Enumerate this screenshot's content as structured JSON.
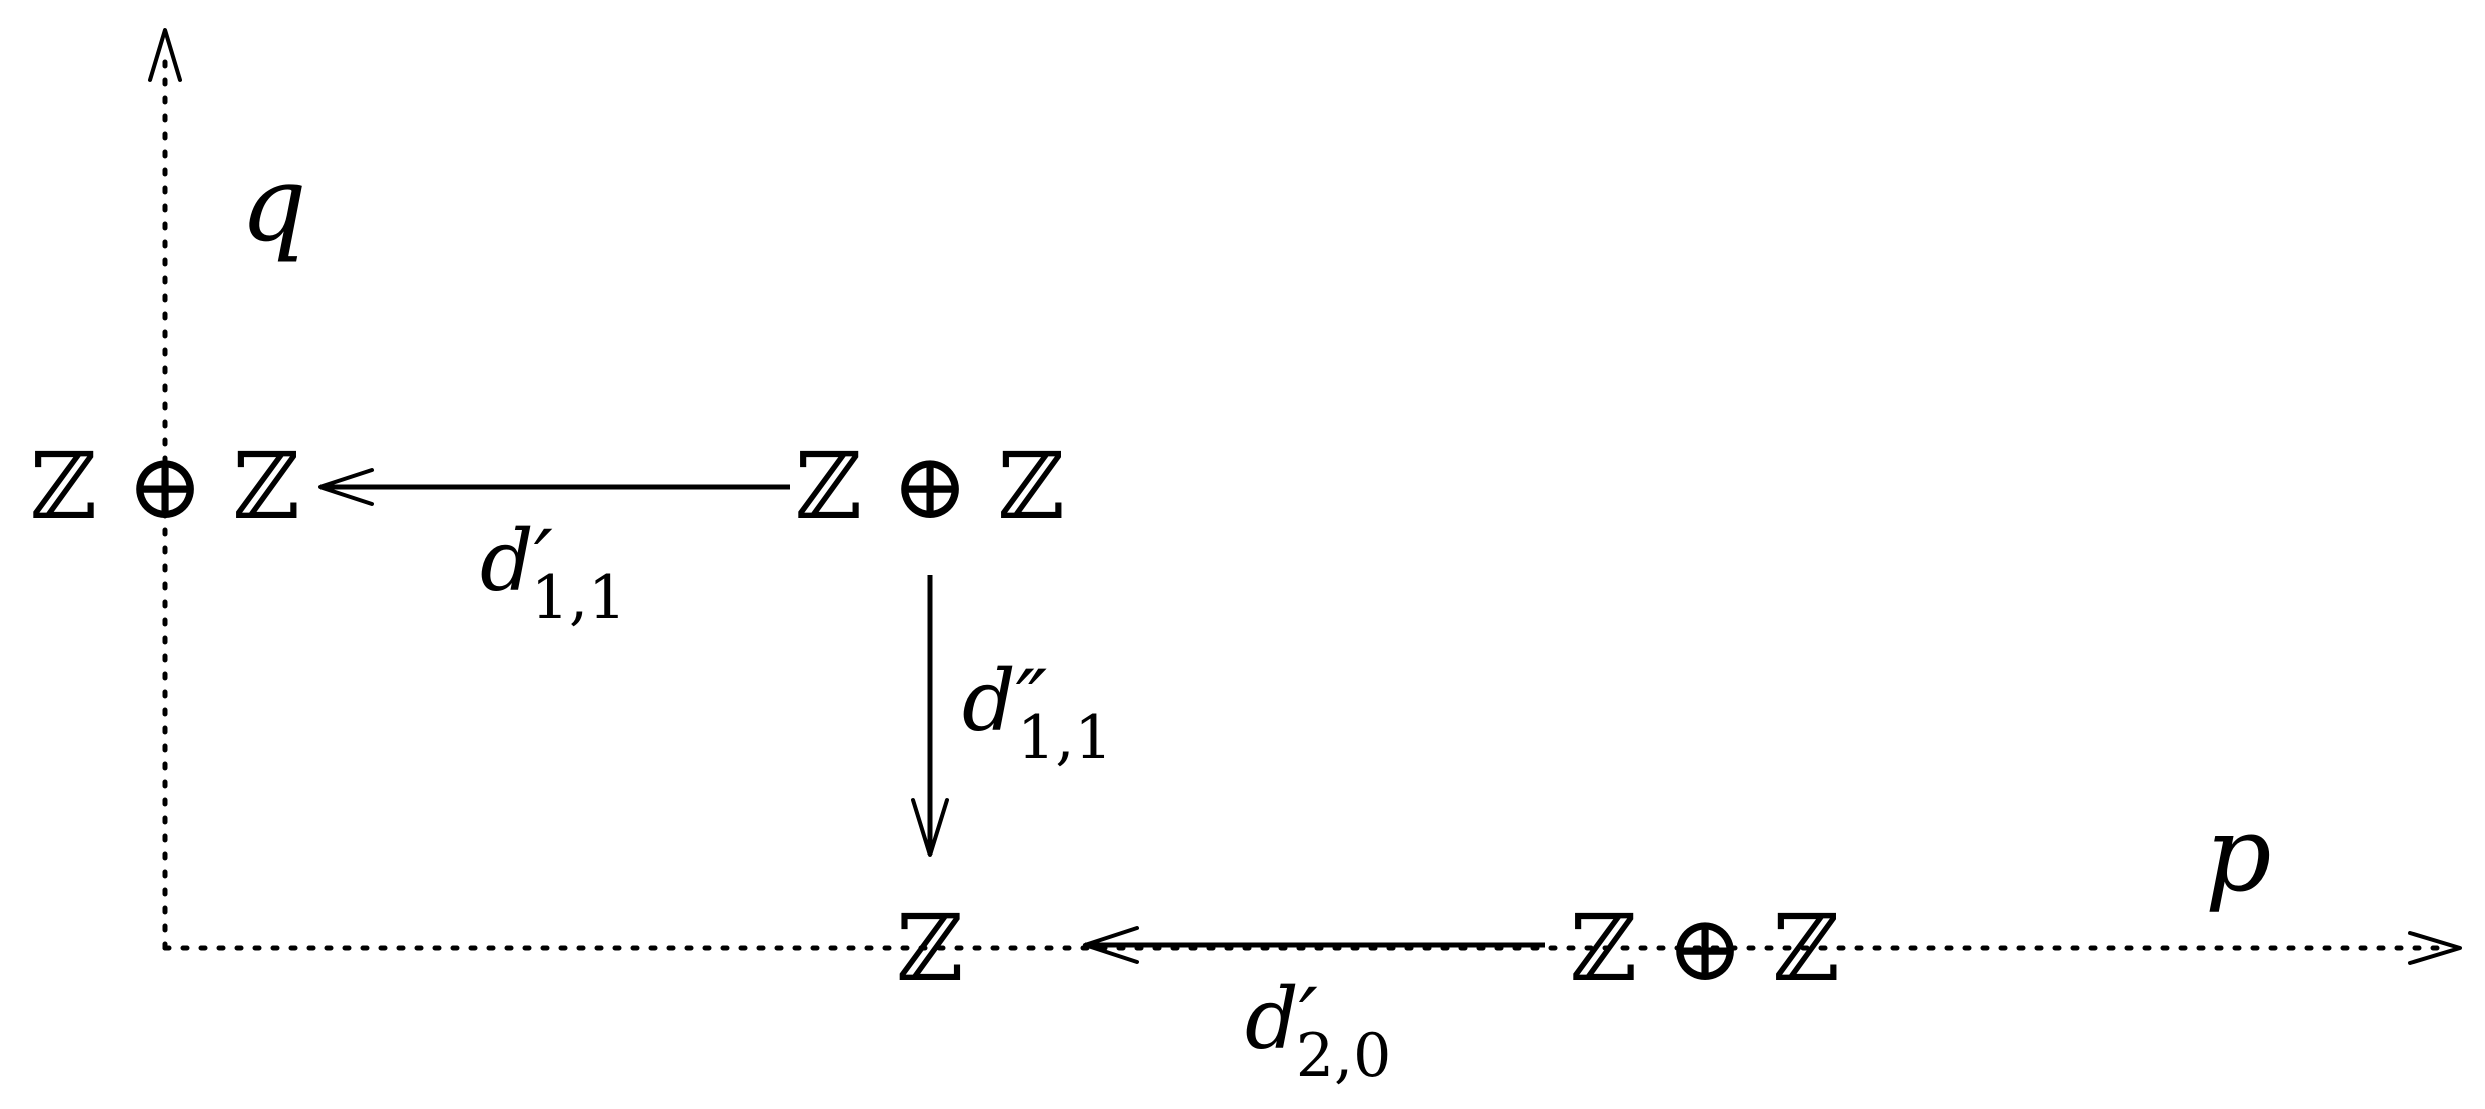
{
  "axes": {
    "horizontal_label": "p",
    "vertical_label": "q"
  },
  "nodes": {
    "top_left": "ℤ ⊕ ℤ",
    "top_middle": "ℤ ⊕ ℤ",
    "bottom_middle": "ℤ",
    "bottom_right": "ℤ ⊕ ℤ"
  },
  "differentials": {
    "d_top": {
      "symbol": "d",
      "prime": "′",
      "subscript": "1,1"
    },
    "d_vertical": {
      "symbol": "d",
      "prime": "″",
      "subscript": "1,1"
    },
    "d_bottom": {
      "symbol": "d",
      "prime": "′",
      "subscript": "2,0"
    }
  }
}
